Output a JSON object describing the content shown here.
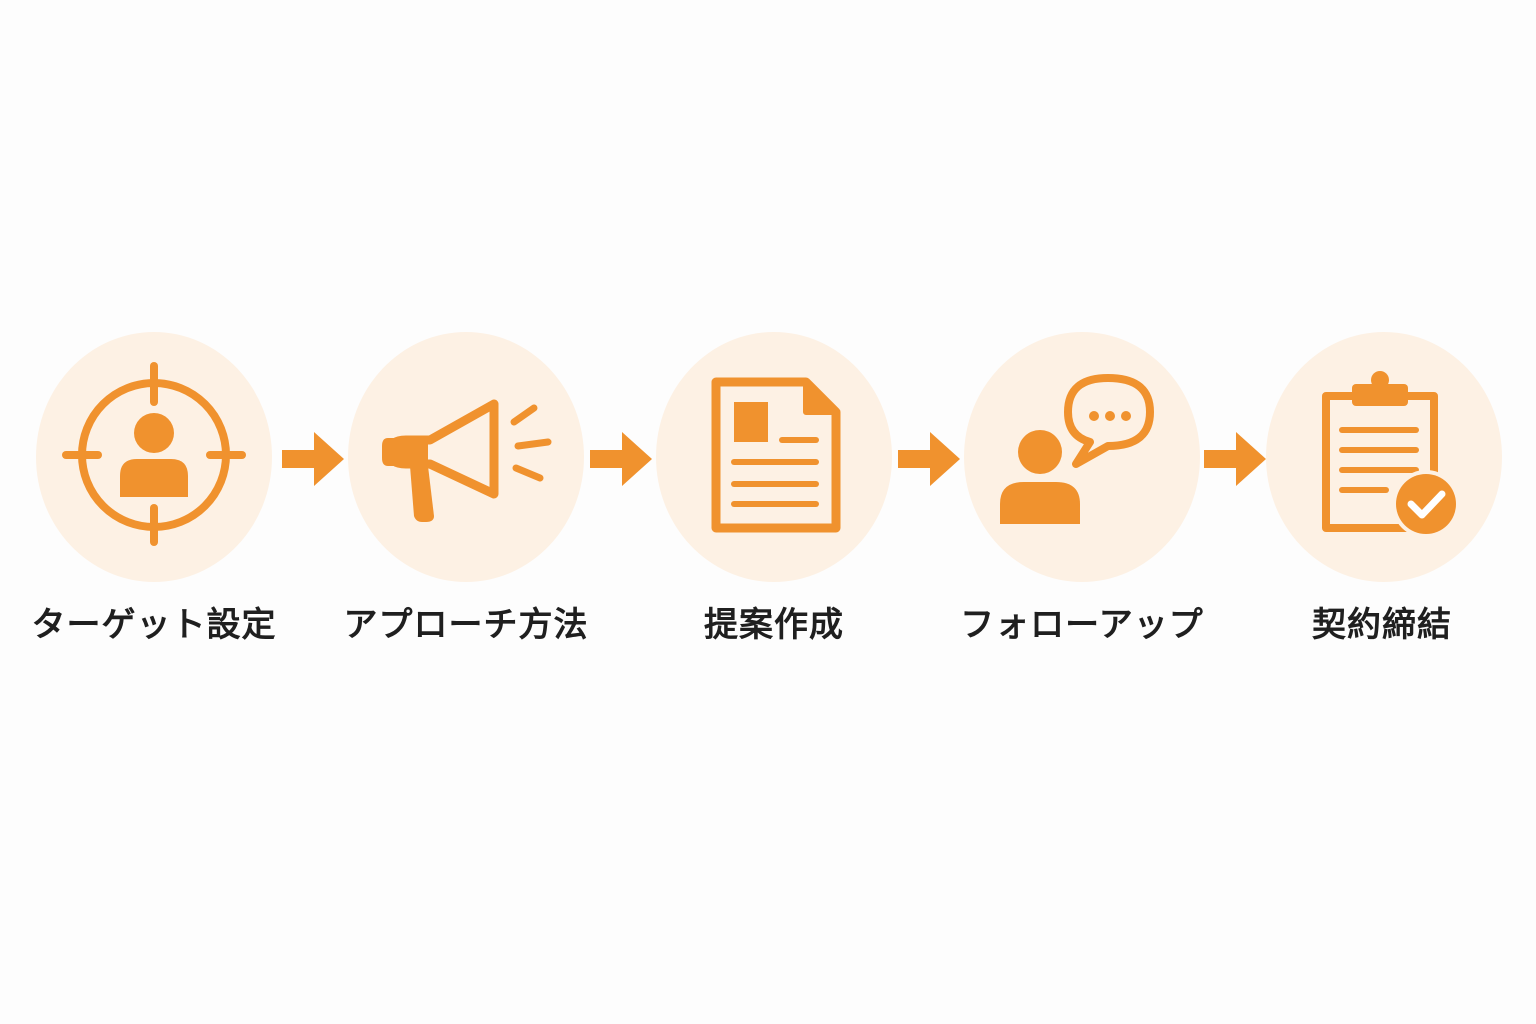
{
  "colors": {
    "accent": "#F0922E",
    "circle_fill": "#FDF1E4",
    "label_text": "#1F1F1F",
    "background": "#FDFDFD"
  },
  "steps": [
    {
      "label": "ターゲット設定",
      "icon": "target-person-icon"
    },
    {
      "label": "アプローチ方法",
      "icon": "megaphone-icon"
    },
    {
      "label": "提案作成",
      "icon": "document-icon"
    },
    {
      "label": "フォローアップ",
      "icon": "person-chat-icon"
    },
    {
      "label": "契約締結",
      "icon": "clipboard-check-icon"
    }
  ]
}
